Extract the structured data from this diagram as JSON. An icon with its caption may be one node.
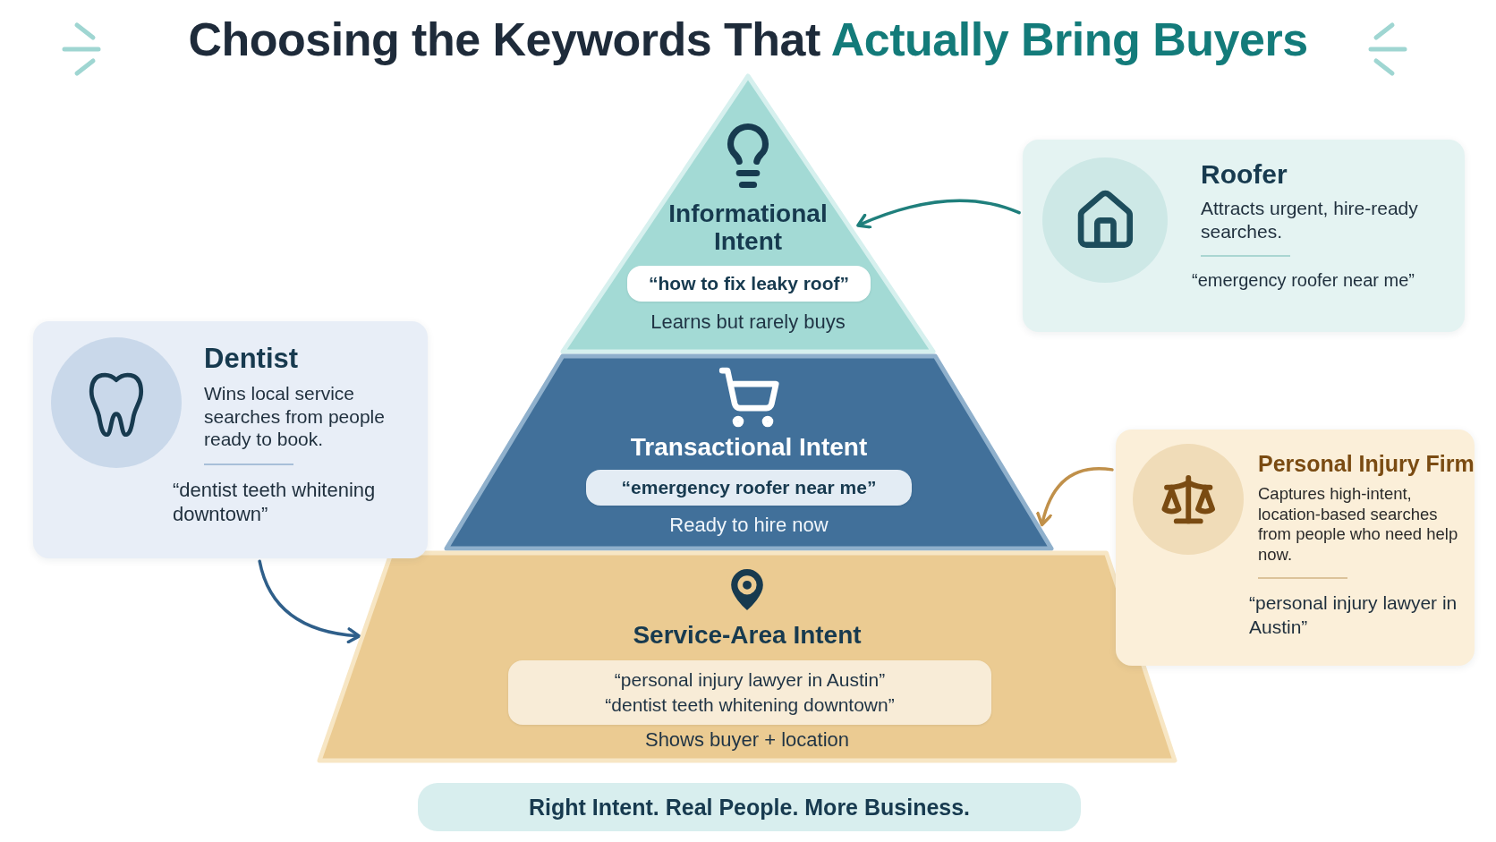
{
  "diagram": {
    "title": "Choosing the Keywords That *Actually Bring Buyers*",
    "nodes": [
      {
        "text": [
          "Informational Intent",
          "Learns but rarely buys"
        ]
      },
      {
        "text": [
          "“how to fix leaky roof”"
        ],
        "in": 0
      },
      {
        "text": [
          "Transactional Intent",
          "Ready to hire now"
        ]
      },
      {
        "text": [
          "“emergency roofer near me”"
        ],
        "in": 2
      },
      {
        "text": [
          "Service-Area Intent",
          "Shows buyer + location"
        ]
      },
      {
        "text": [
          "“personal injury lawyer in Austin”",
          "“dentist teeth whitening downtown”"
        ],
        "in": 4
      },
      {
        "text": [
          "Roofer",
          "Attracts urgent, hire-ready searches.",
          "“emergency roofer near me”"
        ]
      },
      {
        "text": [
          "Dentist",
          "Wins local service searches from people ready to book.",
          "“dentist teeth whitening downtown”"
        ]
      },
      {
        "text": [
          "Personal Injury Firm",
          "Captures high-intent, location-based searches from people who need help now.",
          "“personal injury lawyer in Austin”"
        ]
      },
      {
        "text": [
          "Right Intent. Real People. More Business."
        ]
      }
    ],
    "edges": [
      {
        "from": 6,
        "to": 0,
        "arrow": "to",
        "color": "#1f7f7c"
      },
      {
        "from": 7,
        "to": 4,
        "arrow": "to",
        "color": "#2f5f8a"
      },
      {
        "from": 8,
        "to": 2,
        "arrow": "to",
        "color": "#c0904a"
      }
    ]
  }
}
